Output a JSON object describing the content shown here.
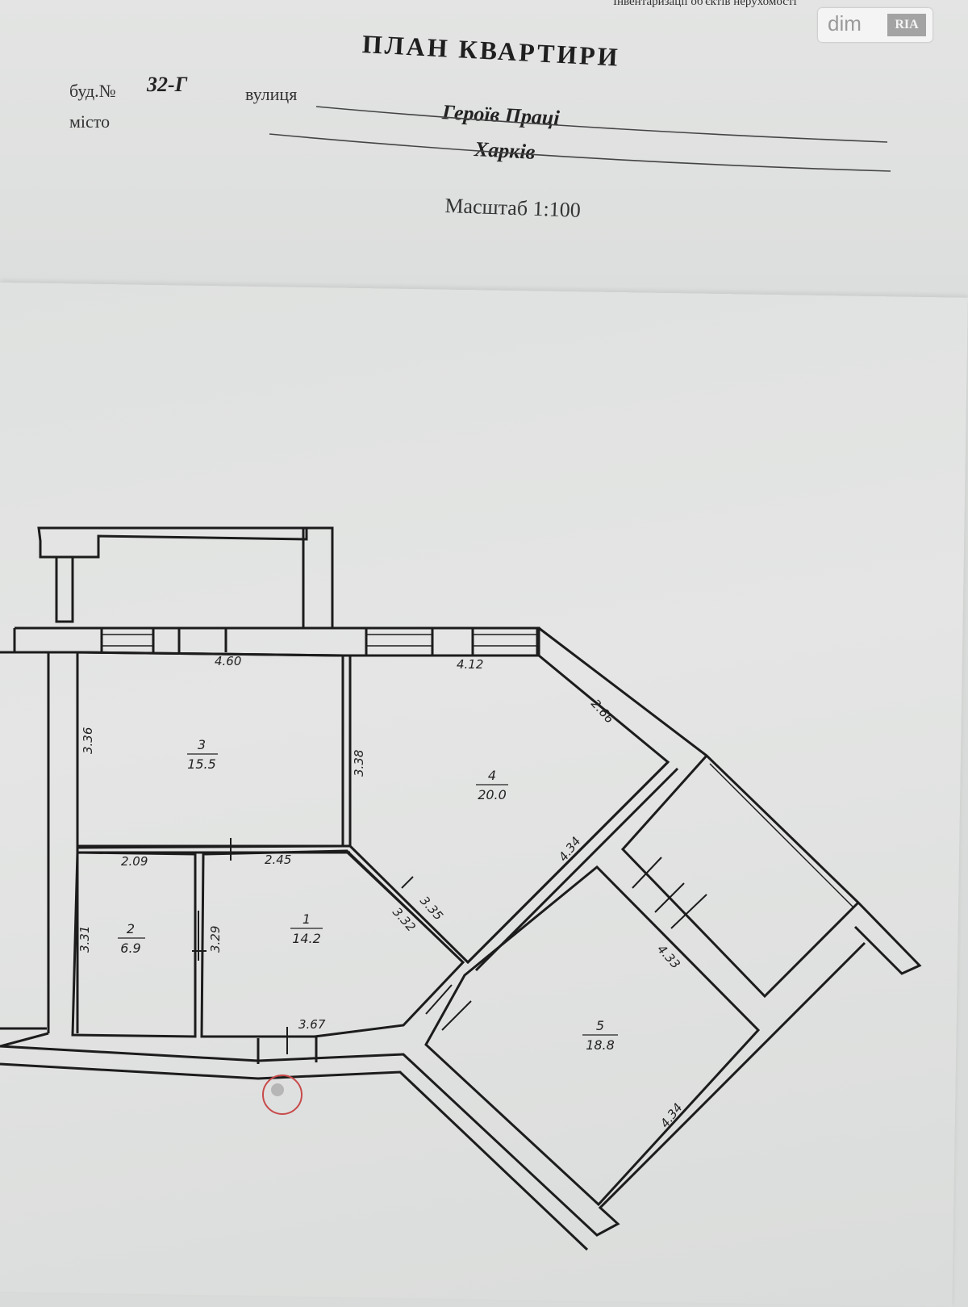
{
  "header": {
    "top_strip": "Інвентаризації об'єктів нерухомості",
    "title": "ПЛАН КВАРТИРИ",
    "building_label": "буд.№",
    "building_number": "32-Г",
    "street_label": "вулиця",
    "street": "Героїв Праці",
    "city_label": "місто",
    "city": "Харків",
    "scale": "Масштаб 1:100"
  },
  "logo": {
    "text_dim": "dim",
    "text_ria": "RIA"
  },
  "rooms": [
    {
      "number": "1",
      "area": "14.2"
    },
    {
      "number": "2",
      "area": "6.9"
    },
    {
      "number": "3",
      "area": "15.5"
    },
    {
      "number": "4",
      "area": "20.0"
    },
    {
      "number": "5",
      "area": "18.8"
    }
  ],
  "dimensions": {
    "room3_top": "4.60",
    "room3_left": "3.36",
    "room3_right": "3.38",
    "room4_top": "4.12",
    "room4_diag": "2.66",
    "room4_bottom_diag": "4.34",
    "room4_lower": "3.35",
    "room1_diag": "3.32",
    "room2_top": "2.09",
    "room2_left": "3.31",
    "room1_top": "2.45",
    "room1_left": "3.29",
    "room1_bottom": "3.67",
    "room5_top": "4.33",
    "room5_right": "4.34"
  }
}
